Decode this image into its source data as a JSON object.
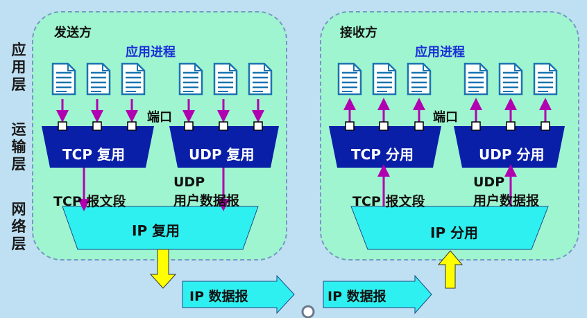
{
  "layers": {
    "application": "应用层",
    "transport": "运输层",
    "network": "网络层"
  },
  "sender": {
    "title": "发送方",
    "app_process": "应用进程",
    "port_label": "端口",
    "tcp_box": "TCP 复用",
    "udp_box": "UDP 复用",
    "tcp_segment": "TCP 报文段",
    "udp_line1": "UDP",
    "udp_line2": "用户数据报",
    "ip_box": "IP 复用"
  },
  "receiver": {
    "title": "接收方",
    "app_process": "应用进程",
    "port_label": "端口",
    "tcp_box": "TCP 分用",
    "udp_box": "UDP 分用",
    "tcp_segment": "TCP 报文段",
    "udp_line1": "UDP",
    "udp_line2": "用户数据报",
    "ip_box": "IP 分用"
  },
  "datagram_label": "IP 数据报",
  "colors": {
    "background": "#bfe0f2",
    "panel": "#9ff5cf",
    "transport_box": "#0a1fa8",
    "ip_box": "#2ff0f0",
    "arrow": "#b000b0",
    "yellow_arrow": "#ffff00",
    "blue_text": "#1b2fd6"
  }
}
